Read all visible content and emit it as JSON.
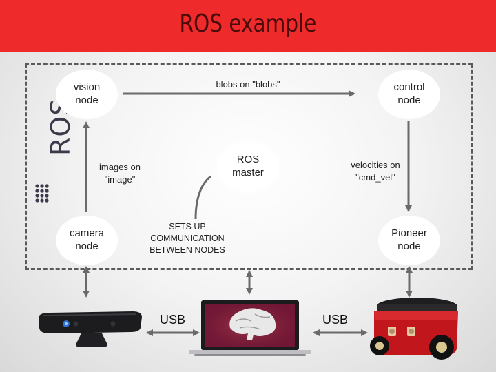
{
  "header": {
    "title": "ROS example"
  },
  "logo": {
    "text": "ROS"
  },
  "nodes": {
    "vision": "vision\nnode",
    "control": "control\nnode",
    "master": "ROS\nmaster",
    "camera": "camera\nnode",
    "pioneer": "Pioneer\nnode"
  },
  "edges": {
    "blobs": "blobs on \"blobs\"",
    "images": "images on\n\"image\"",
    "velocities": "velocities on\n\"cmd_vel\"",
    "setup": "SETS UP\nCOMMUNICATION\nBETWEEN NODES"
  },
  "connections": {
    "usb_left": "USB",
    "usb_right": "USB"
  },
  "devices": [
    "kinect-sensor",
    "laptop",
    "pioneer-robot"
  ],
  "colors": {
    "header": "#ee2a2a",
    "robot": "#c0161c",
    "dash": "#5a5a5a"
  }
}
